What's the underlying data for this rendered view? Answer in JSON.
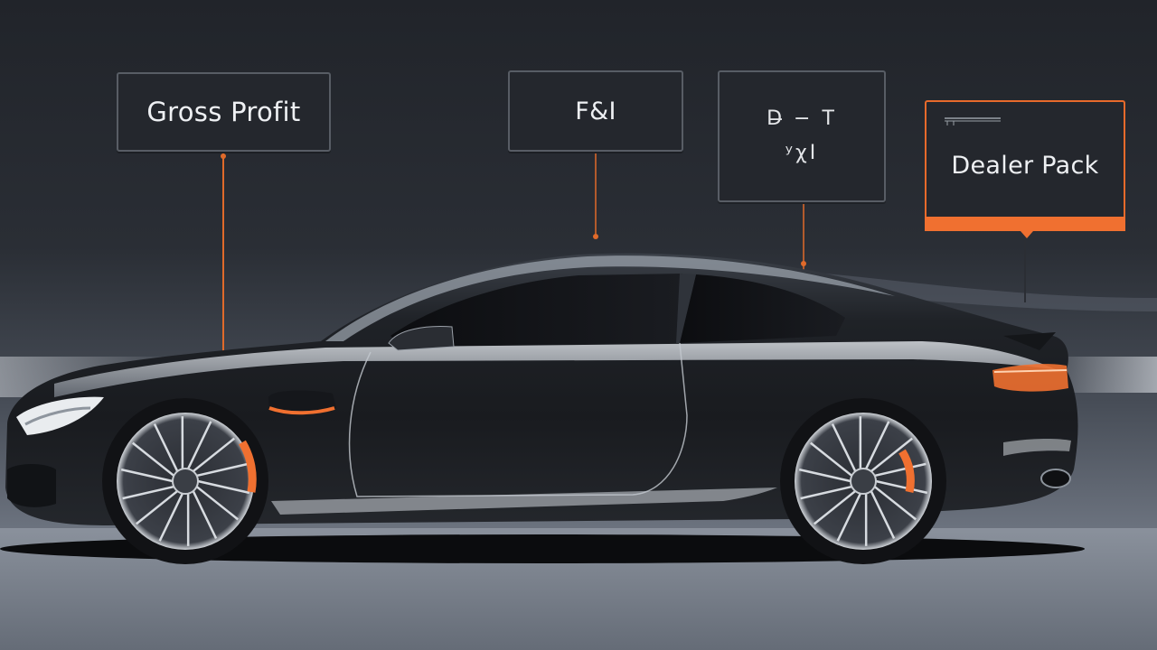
{
  "callouts": {
    "gross_profit": "Gross Profit",
    "fi": "F&I",
    "garbled_line1": "D̶ − T",
    "garbled_line2": "ʸχI",
    "dealer_pack": "Dealer Pack"
  },
  "colors": {
    "background_top": "#22252b",
    "background_bottom": "#7d8592",
    "car_body": "#1d2025",
    "accent": "#f07030",
    "callout_border": "#585d65"
  }
}
